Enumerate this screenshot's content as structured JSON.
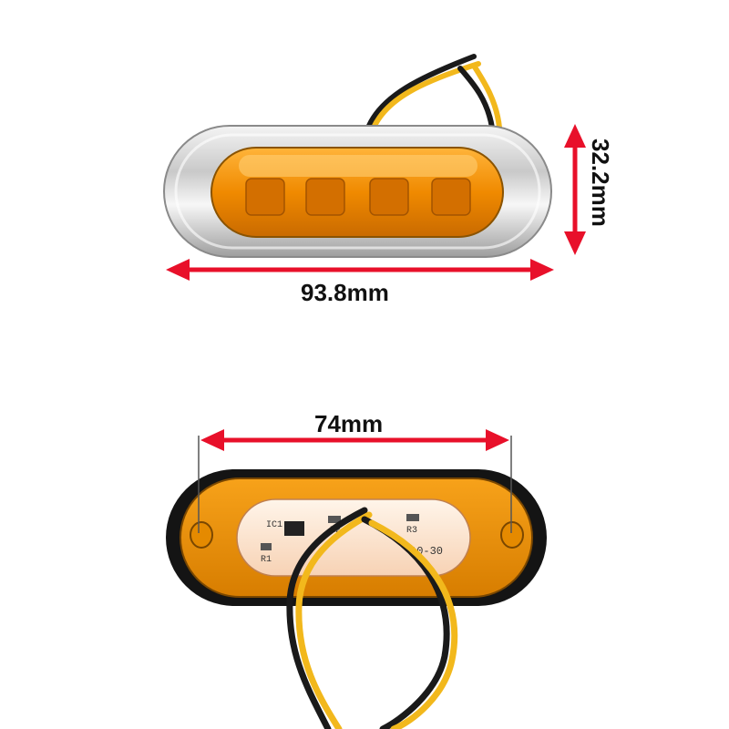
{
  "dimensions": {
    "overall_width": "93.8mm",
    "overall_height": "32.2mm",
    "hole_spacing": "74mm"
  },
  "pcb_markings": {
    "ic": "IC1",
    "r1": "R1",
    "r2": "R2",
    "r3": "R3",
    "voltage": "10-30"
  },
  "colors": {
    "arrow": "#e8102a",
    "lens_amber": "#f59a0a",
    "chrome": "#d9d9d9",
    "wire_yellow": "#f2b81c",
    "wire_black": "#1a1a1a"
  }
}
